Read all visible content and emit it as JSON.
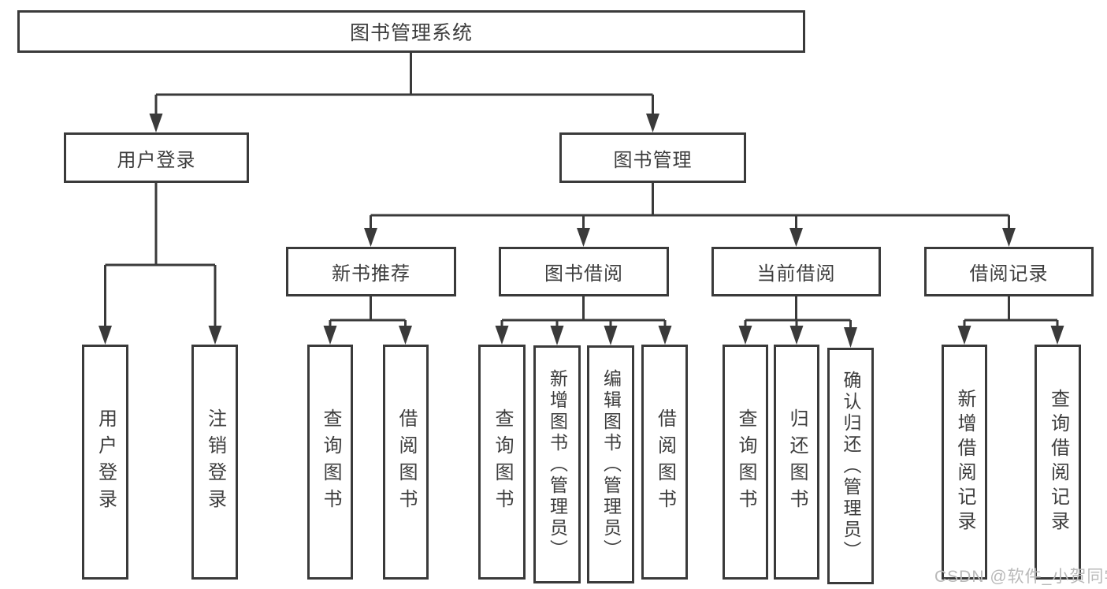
{
  "style": {
    "line_color": "#3a3a3a",
    "text_color": "#3d3d3d",
    "background": "#ffffff",
    "watermark_color": "#b9b9b9"
  },
  "diagram": {
    "root": {
      "label": "图书管理系统"
    },
    "branches": [
      {
        "label": "用户登录",
        "children": [
          {
            "label": "用户登录"
          },
          {
            "label": "注销登录"
          }
        ]
      },
      {
        "label": "图书管理",
        "children": [
          {
            "label": "新书推荐",
            "children": [
              {
                "label": "查询图书"
              },
              {
                "label": "借阅图书"
              }
            ]
          },
          {
            "label": "图书借阅",
            "children": [
              {
                "label": "查询图书"
              },
              {
                "label": "新增图书（管理员）"
              },
              {
                "label": "编辑图书（管理员）"
              },
              {
                "label": "借阅图书"
              }
            ]
          },
          {
            "label": "当前借阅",
            "children": [
              {
                "label": "查询图书"
              },
              {
                "label": "归还图书"
              },
              {
                "label": "确认归还（管理员）"
              }
            ]
          },
          {
            "label": "借阅记录",
            "children": [
              {
                "label": "新增借阅记录"
              },
              {
                "label": "查询借阅记录"
              }
            ]
          }
        ]
      }
    ]
  },
  "watermark": {
    "text": "CSDN @软件_小贺同学"
  }
}
